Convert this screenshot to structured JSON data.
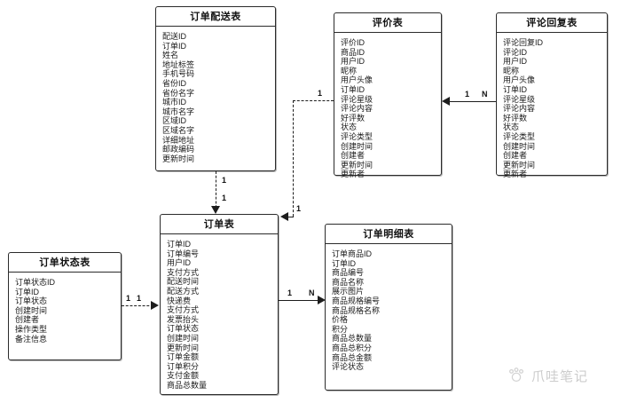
{
  "diagram": {
    "type": "er-diagram",
    "title": "",
    "entities": [
      {
        "id": "order_delivery",
        "name": "订单配送表",
        "fields": [
          "配送ID",
          "订单ID",
          "姓名",
          "地址标签",
          "手机号码",
          "省份ID",
          "省份名字",
          "城市ID",
          "城市名字",
          "区域ID",
          "区域名字",
          "详细地址",
          "邮政编码",
          "更新时间"
        ]
      },
      {
        "id": "review",
        "name": "评价表",
        "fields": [
          "评价ID",
          "商品ID",
          "用户ID",
          "昵称",
          "用户头像",
          "订单ID",
          "评论星级",
          "评论内容",
          "好评数",
          "状态",
          "评论类型",
          "创建时间",
          "创建者",
          "更新时间",
          "更新者"
        ]
      },
      {
        "id": "review_reply",
        "name": "评论回复表",
        "fields": [
          "评论回复ID",
          "评论ID",
          "用户ID",
          "昵称",
          "用户头像",
          "订单ID",
          "评论星级",
          "评论内容",
          "好评数",
          "状态",
          "评论类型",
          "创建时间",
          "创建者",
          "更新时间",
          "更新者"
        ]
      },
      {
        "id": "order",
        "name": "订单表",
        "fields": [
          "订单ID",
          "订单编号",
          "用户ID",
          "支付方式",
          "配送时间",
          "配送方式",
          "快递费",
          "支付方式",
          "发票抬头",
          "订单状态",
          "创建时间",
          "更新时间",
          "订单金额",
          "订单积分",
          "支付金额",
          "商品总数量"
        ]
      },
      {
        "id": "order_detail",
        "name": "订单明细表",
        "fields": [
          "订单商品ID",
          "订单ID",
          "商品编号",
          "商品名称",
          "展示图片",
          "商品规格编号",
          "商品规格名称",
          "价格",
          "积分",
          "商品总数量",
          "商品总积分",
          "商品总金额",
          "评论状态"
        ]
      },
      {
        "id": "order_status",
        "name": "订单状态表",
        "fields": [
          "订单状态ID",
          "订单ID",
          "订单状态",
          "创建时间",
          "创建者",
          "操作类型",
          "备注信息"
        ]
      }
    ],
    "relationships": [
      {
        "id": "delivery_to_order",
        "from": "订单配送表",
        "to": "订单表",
        "style": "dashed",
        "from_cardinality": "1",
        "to_cardinality": "1"
      },
      {
        "id": "review_to_order",
        "from": "评价表",
        "to": "订单表",
        "style": "dashed",
        "from_cardinality": "1",
        "to_cardinality": "1"
      },
      {
        "id": "reply_to_review",
        "from": "评论回复表",
        "to": "评价表",
        "style": "solid",
        "from_cardinality": "1",
        "to_cardinality": "N"
      },
      {
        "id": "order_to_detail",
        "from": "订单表",
        "to": "订单明细表",
        "style": "solid",
        "from_cardinality": "1",
        "to_cardinality": "N"
      },
      {
        "id": "status_to_order",
        "from": "订单状态表",
        "to": "订单表",
        "style": "dashed",
        "from_cardinality": "1",
        "to_cardinality": "1"
      }
    ],
    "cardinality_labels": {
      "delivery_one_top": "1",
      "delivery_one_bottom": "1",
      "review_one": "1",
      "review_one_arrow": "1",
      "reply_one": "1",
      "reply_many": "N",
      "order_one": "1",
      "detail_many": "N",
      "status_one_left": "1",
      "status_one_right": "1"
    }
  },
  "watermark": {
    "text": "爪哇笔记",
    "icon": "paw-logo-icon"
  }
}
